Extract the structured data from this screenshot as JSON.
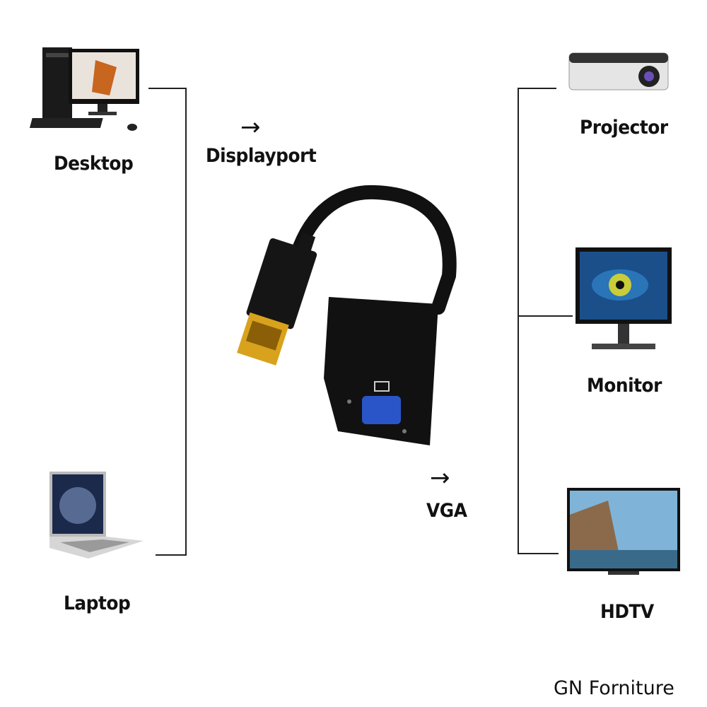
{
  "labels": {
    "desktop": "Desktop",
    "laptop": "Laptop",
    "displayport": "Displayport",
    "vga": "VGA",
    "projector": "Projector",
    "monitor": "Monitor",
    "hdtv": "HDTV"
  },
  "arrows": {
    "input": "→",
    "output": "→"
  },
  "watermark": "GN Forniture",
  "colors": {
    "line": "#222222",
    "connector_gold": "#d9a21c",
    "vga_blue": "#2a55c8",
    "adapter_body": "#111111"
  }
}
